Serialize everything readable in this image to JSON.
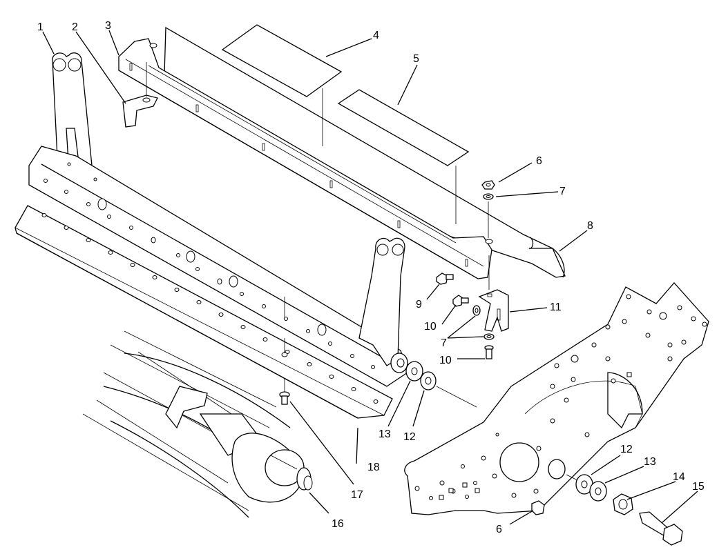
{
  "diagram": {
    "callouts": [
      "1",
      "2",
      "3",
      "4",
      "5",
      "6",
      "7",
      "8",
      "9",
      "10",
      "7",
      "10",
      "11",
      "12",
      "13",
      "17",
      "18",
      "16",
      "12",
      "13",
      "14",
      "15",
      "6"
    ]
  }
}
